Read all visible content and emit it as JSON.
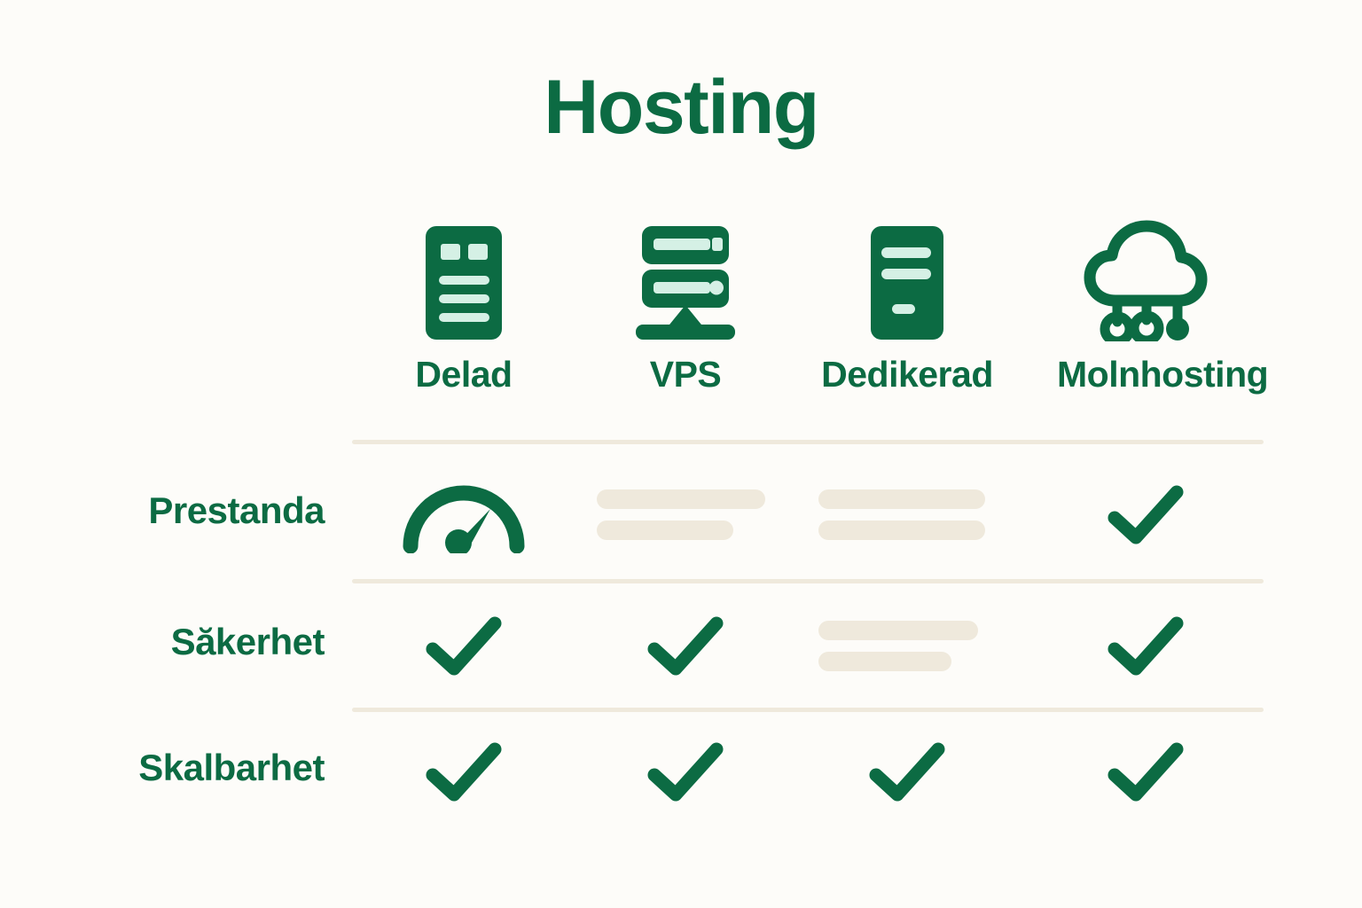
{
  "page": {
    "title": "Hosting",
    "background_color": "#FDFCF9",
    "accent_color": "#0C6B43",
    "skeleton_color": "#EFE9DC",
    "divider_color": "#EFE9DC"
  },
  "columns": [
    {
      "label": "Delad",
      "icon": "shared-server-icon"
    },
    {
      "label": "VPS",
      "icon": "vps-stacked-server-icon"
    },
    {
      "label": "Dedikerad",
      "icon": "dedicated-server-tower-icon"
    },
    {
      "label": "Molnhosting",
      "icon": "cloud-hosting-icon"
    }
  ],
  "rows": [
    {
      "label": "Prestanda",
      "cells": [
        {
          "type": "gauge-icon"
        },
        {
          "type": "skeleton",
          "bars": [
            100,
            80
          ]
        },
        {
          "type": "skeleton",
          "bars": [
            100,
            100
          ]
        },
        {
          "type": "check-icon"
        }
      ]
    },
    {
      "label": "Săkerhet",
      "cells": [
        {
          "type": "check-icon"
        },
        {
          "type": "check-icon"
        },
        {
          "type": "skeleton",
          "bars": [
            100,
            83
          ]
        },
        {
          "type": "check-icon"
        }
      ]
    },
    {
      "label": "Skalbarhet",
      "cells": [
        {
          "type": "check-icon"
        },
        {
          "type": "check-icon"
        },
        {
          "type": "check-icon"
        },
        {
          "type": "check-icon"
        }
      ]
    }
  ]
}
